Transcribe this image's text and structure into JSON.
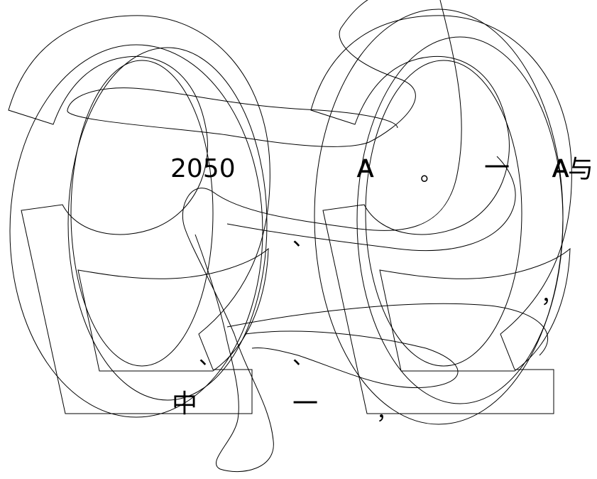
{
  "fragments": {
    "year": "2050",
    "letter_a_1": "A",
    "period": "。",
    "dash_top": "一",
    "letter_a_2": "A",
    "char_yu": "与",
    "comma_right": "，",
    "comma_bottom": "，",
    "enum_comma_1": "、",
    "enum_comma_2": "、",
    "enum_comma_3": "、",
    "char_zhong": "中",
    "dash_bottom": "一"
  },
  "colors": {
    "ink": "#000000",
    "background": "#ffffff"
  }
}
